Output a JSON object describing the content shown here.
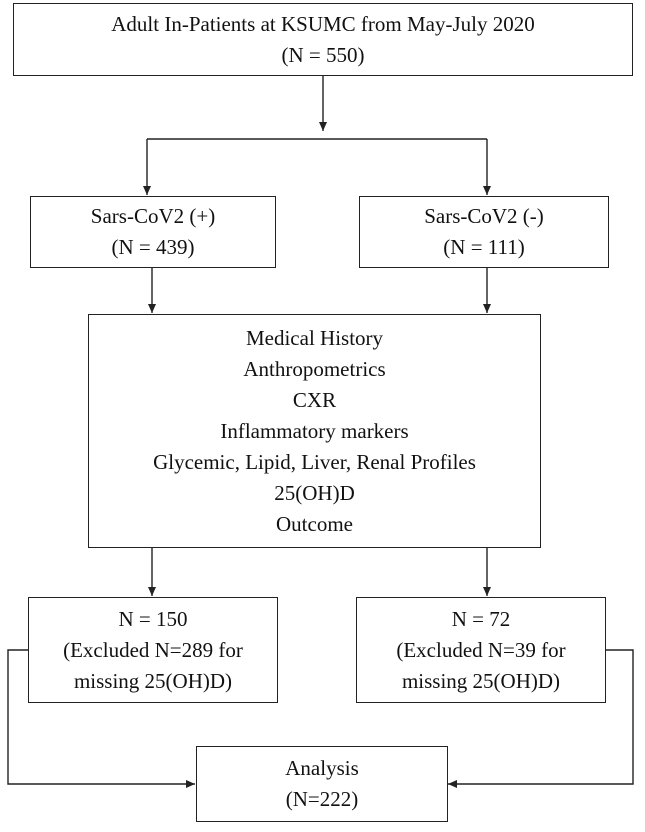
{
  "top_box": {
    "line1": "Adult In-Patients at KSUMC from May-July 2020",
    "line2": "(N = 550)"
  },
  "positive_box": {
    "line1": "Sars-CoV2 (+)",
    "line2": "(N = 439)"
  },
  "negative_box": {
    "line1": "Sars-CoV2 (-)",
    "line2": "(N = 111)"
  },
  "assessment_box": {
    "items": [
      "Medical History",
      "Anthropometrics",
      "CXR",
      "Inflammatory markers",
      "Glycemic, Lipid, Liver, Renal Profiles",
      "25(OH)D",
      "Outcome"
    ]
  },
  "positive_final_box": {
    "line1": "N = 150",
    "line2": "(Excluded N=289 for",
    "line3": "missing 25(OH)D)"
  },
  "negative_final_box": {
    "line1": "N = 72",
    "line2": "(Excluded N=39 for",
    "line3": "missing 25(OH)D)"
  },
  "analysis_box": {
    "line1": "Analysis",
    "line2": "(N=222)"
  }
}
